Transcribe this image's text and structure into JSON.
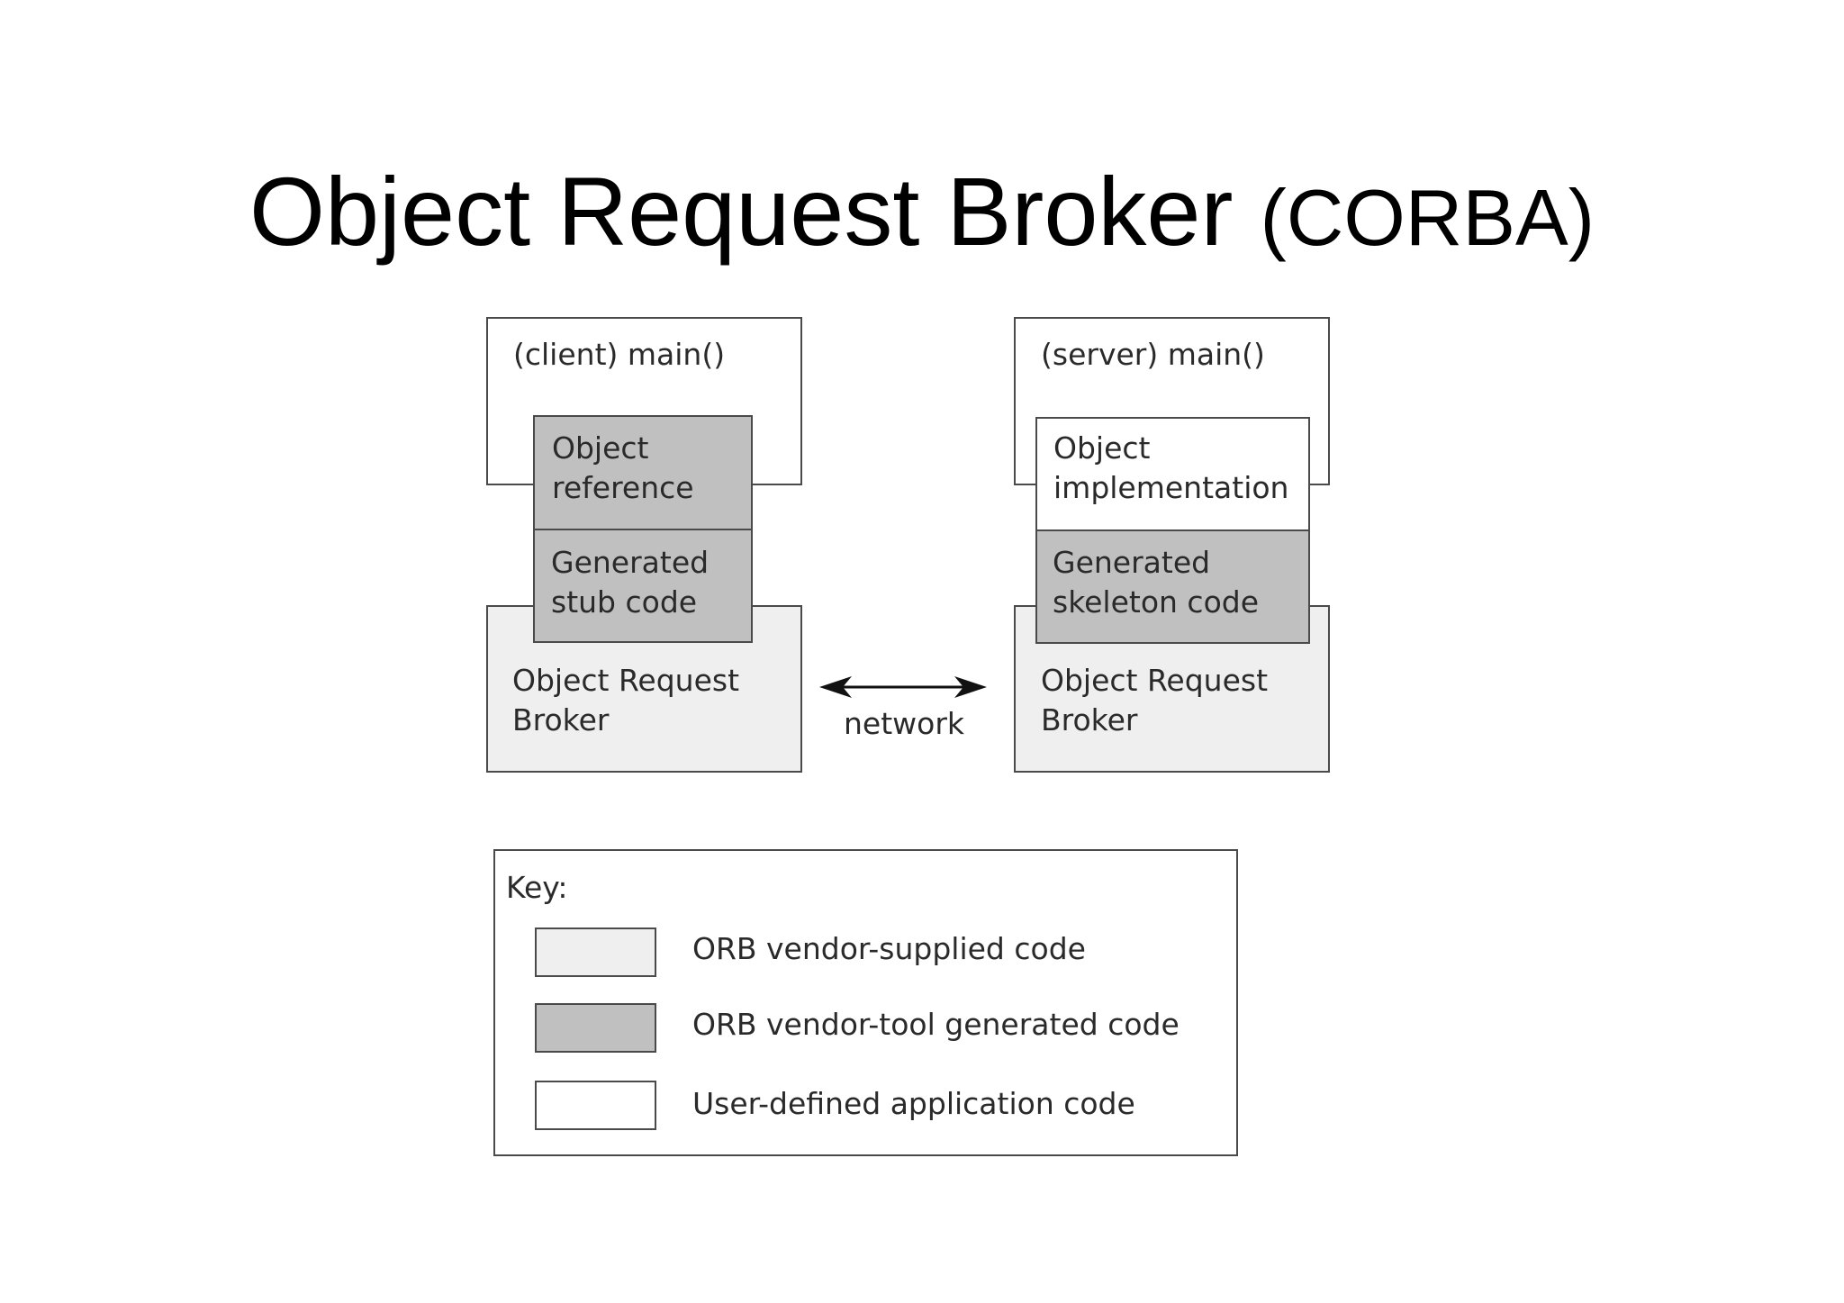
{
  "title": {
    "main": "Object Request Broker",
    "sub": "(CORBA)"
  },
  "colors": {
    "vendor_supplied": "#efefef",
    "vendor_generated": "#c0c0c0",
    "user_defined": "#ffffff",
    "stroke": "#4a4a4a"
  },
  "client": {
    "main_label": "(client)  main()",
    "top_box_line1": "Object",
    "top_box_line2": "reference",
    "gen_line1": "Generated",
    "gen_line2": "stub code",
    "orb_line1": "Object Request",
    "orb_line2": "Broker"
  },
  "server": {
    "main_label": "(server)  main()",
    "top_box_line1": "Object",
    "top_box_line2": "implementation",
    "gen_line1": "Generated",
    "gen_line2": "skeleton code",
    "orb_line1": "Object Request",
    "orb_line2": "Broker"
  },
  "network_label": "network",
  "key": {
    "title": "Key:",
    "items": [
      {
        "label": "ORB vendor-supplied code",
        "color": "#efefef"
      },
      {
        "label": "ORB vendor-tool generated code",
        "color": "#c0c0c0"
      },
      {
        "label": "User-defined application code",
        "color": "#ffffff"
      }
    ]
  }
}
